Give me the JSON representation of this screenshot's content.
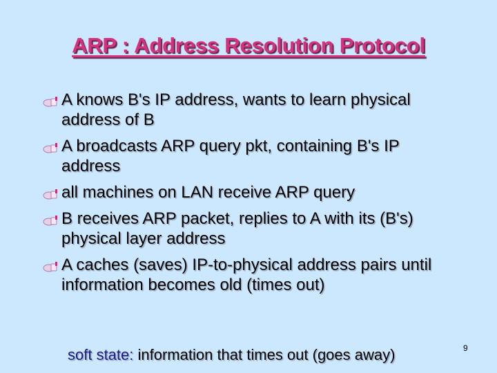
{
  "slide": {
    "title": "ARP : Address Resolution Protocol",
    "bullet_icon": "mailbox-icon",
    "bullets": [
      "A knows B's IP address, wants to learn physical address of B",
      "A broadcasts ARP query pkt, containing B's IP address",
      "all machines on LAN receive ARP query",
      "B receives ARP packet, replies to A with its (B's) physical layer address",
      "A caches (saves) IP-to-physical address pairs until information becomes old (times out)"
    ],
    "sub_note": {
      "key": "soft state:",
      "text": " information that times out (goes away)"
    },
    "page_number": "9",
    "colors": {
      "background": "#cce8ff",
      "title": "#d6307f",
      "key": "#1a1a8a"
    }
  }
}
